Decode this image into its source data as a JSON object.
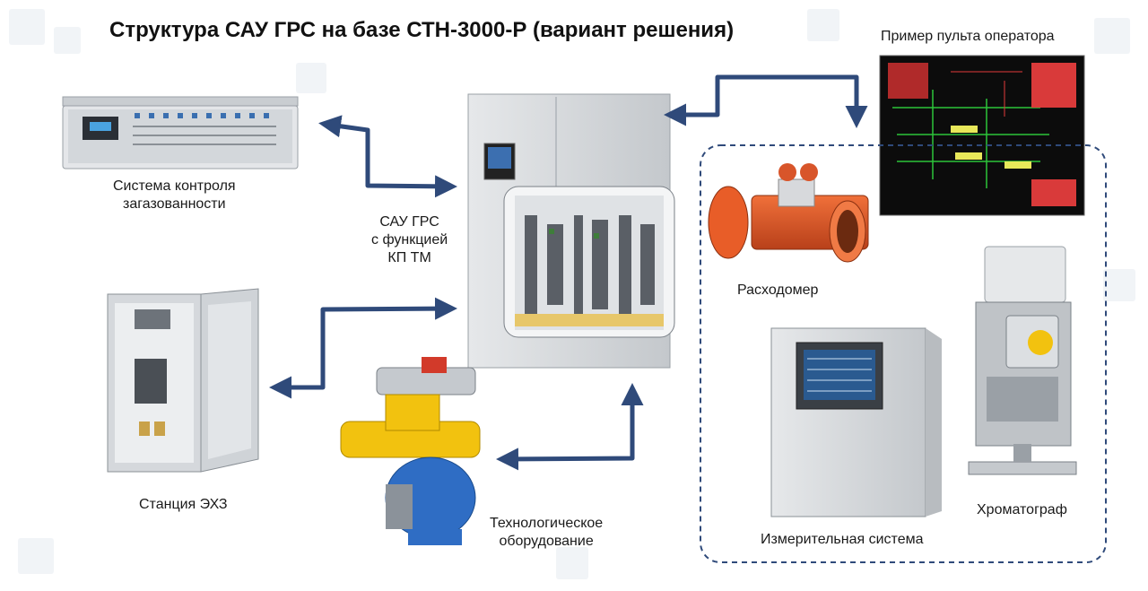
{
  "title": "Структура САУ ГРС на базе СТН-3000-Р (вариант решения)",
  "operator_panel_title": "Пример пульта оператора",
  "nodes": {
    "gas_control": {
      "line1": "Система контроля",
      "line2": "загазованности"
    },
    "sau": {
      "line1": "САУ ГРС",
      "line2": "с функцией",
      "line3": "КП ТМ"
    },
    "ekhz": {
      "line1": "Станция ЭХЗ"
    },
    "tech": {
      "line1": "Технологическое",
      "line2": "оборудование"
    },
    "flowmeter": {
      "line1": "Расходомер"
    },
    "measuring": {
      "line1": "Измерительная система"
    },
    "chromatograph": {
      "line1": "Хроматограф"
    }
  },
  "colors": {
    "arrow": "#2f4a7a",
    "dashed_group": "#2f4a7a",
    "cabinet": "#cfd3d6",
    "flowmeter": "#e0541f",
    "scada_bg": "#0c0c0c"
  }
}
